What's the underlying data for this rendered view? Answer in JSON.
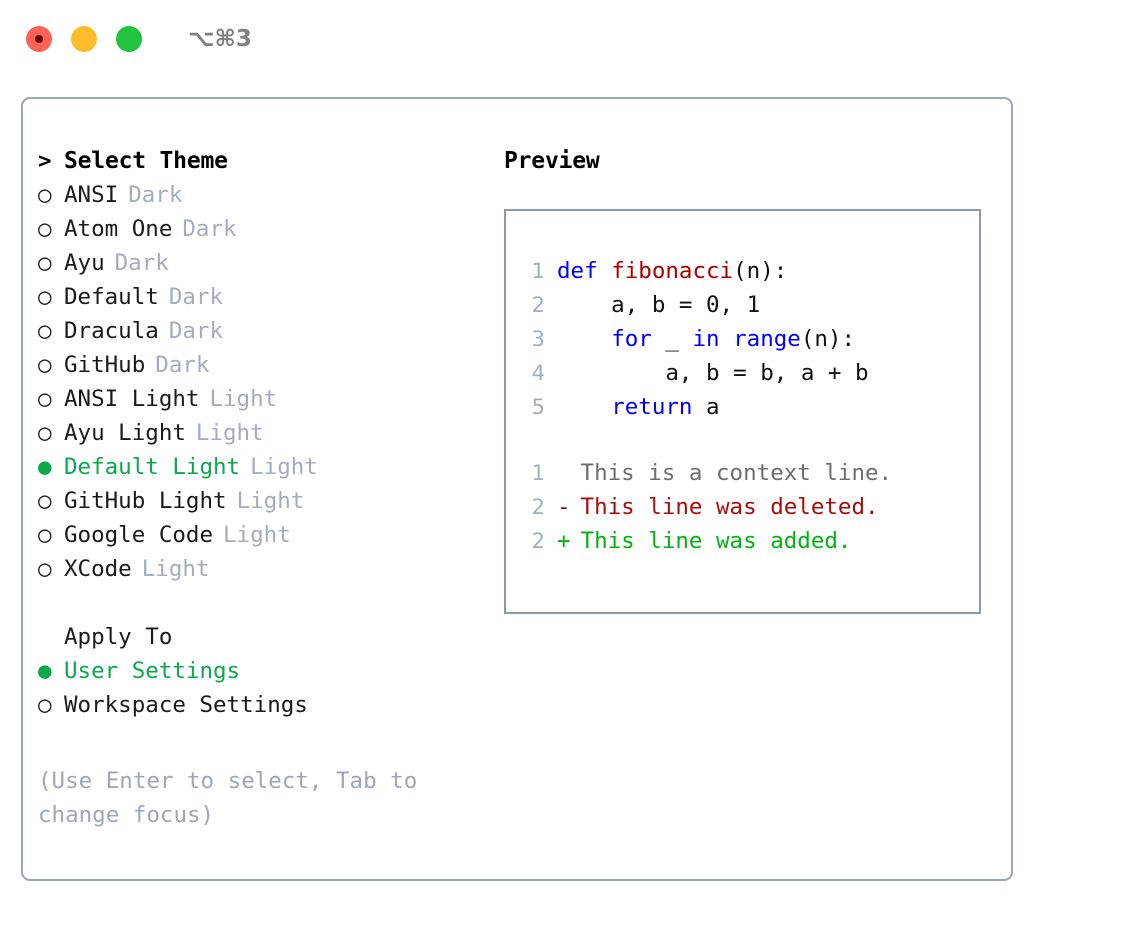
{
  "titlebar": {
    "shortcut": "⌥⌘3",
    "dots": [
      {
        "name": "close",
        "color": "#ff6257"
      },
      {
        "name": "minimize",
        "color": "#ffbd2e"
      },
      {
        "name": "maximize",
        "color": "#22c33e"
      }
    ]
  },
  "theme_picker": {
    "header_marker": ">",
    "header": "Select Theme",
    "items": [
      {
        "marker": "○",
        "label": "ANSI",
        "tag": "Dark",
        "selected": false
      },
      {
        "marker": "○",
        "label": "Atom One",
        "tag": "Dark",
        "selected": false
      },
      {
        "marker": "○",
        "label": "Ayu",
        "tag": "Dark",
        "selected": false
      },
      {
        "marker": "○",
        "label": "Default",
        "tag": "Dark",
        "selected": false
      },
      {
        "marker": "○",
        "label": "Dracula",
        "tag": "Dark",
        "selected": false
      },
      {
        "marker": "○",
        "label": "GitHub",
        "tag": "Dark",
        "selected": false
      },
      {
        "marker": "○",
        "label": "ANSI Light",
        "tag": "Light",
        "selected": false
      },
      {
        "marker": "○",
        "label": "Ayu Light",
        "tag": "Light",
        "selected": false
      },
      {
        "marker": "●",
        "label": "Default Light",
        "tag": "Light",
        "selected": true
      },
      {
        "marker": "○",
        "label": "GitHub Light",
        "tag": "Light",
        "selected": false
      },
      {
        "marker": "○",
        "label": "Google Code",
        "tag": "Light",
        "selected": false
      },
      {
        "marker": "○",
        "label": "XCode",
        "tag": "Light",
        "selected": false
      }
    ]
  },
  "apply_to": {
    "header": "Apply To",
    "items": [
      {
        "marker": "●",
        "label": "User Settings",
        "selected": true
      },
      {
        "marker": "○",
        "label": "Workspace Settings",
        "selected": false
      }
    ]
  },
  "hint": "(Use Enter to select, Tab to change focus)",
  "preview": {
    "title": "Preview",
    "code_lines": [
      {
        "number": "1",
        "tokens": [
          {
            "text": "def",
            "type": "kw"
          },
          {
            "text": " ",
            "type": "plain"
          },
          {
            "text": "fibonacci",
            "type": "fn"
          },
          {
            "text": "(n):",
            "type": "plain"
          }
        ]
      },
      {
        "number": "2",
        "tokens": [
          {
            "text": "    a, b = 0, 1",
            "type": "plain"
          }
        ]
      },
      {
        "number": "3",
        "tokens": [
          {
            "text": "    ",
            "type": "plain"
          },
          {
            "text": "for",
            "type": "kw"
          },
          {
            "text": " _ ",
            "type": "plain"
          },
          {
            "text": "in",
            "type": "kw"
          },
          {
            "text": " ",
            "type": "plain"
          },
          {
            "text": "range",
            "type": "builtin"
          },
          {
            "text": "(n):",
            "type": "plain"
          }
        ]
      },
      {
        "number": "4",
        "tokens": [
          {
            "text": "        a, b = b, a + b",
            "type": "plain"
          }
        ]
      },
      {
        "number": "5",
        "tokens": [
          {
            "text": "    ",
            "type": "plain"
          },
          {
            "text": "return",
            "type": "kw"
          },
          {
            "text": " a",
            "type": "plain"
          }
        ]
      }
    ],
    "diff_lines": [
      {
        "number": "1",
        "sign": " ",
        "text": "This is a context line.",
        "kind": "context"
      },
      {
        "number": "2",
        "sign": "-",
        "text": "This line was deleted.",
        "kind": "del"
      },
      {
        "number": "2",
        "sign": "+",
        "text": "This line was added.",
        "kind": "add"
      }
    ]
  },
  "colors": {
    "accent_green": "#09a94c",
    "panel_border": "#9aa5b5",
    "preview_border": "#8d99ab",
    "muted_text": "#a3adbd",
    "keyword_blue": "#0000ff",
    "function_red": "#aa0000",
    "diff_del_red": "#aa0b0b",
    "diff_add_green": "#00b412"
  }
}
